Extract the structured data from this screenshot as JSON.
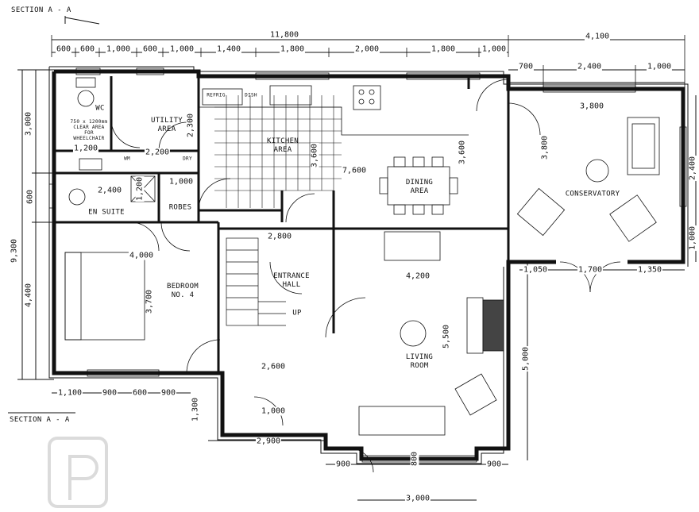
{
  "sections": {
    "top": "SECTION A - A",
    "bottom": "SECTION A - A"
  },
  "rooms": {
    "wc": "WC",
    "clear_area": "750 x 1200mm\nCLEAR AREA\nFOR\nWHEELCHAIR",
    "utility": "UTILITY\nAREA",
    "kitchen": "KITCHEN\nAREA",
    "dining": "DINING\nAREA",
    "conservatory": "CONSERVATORY",
    "en_suite": "EN SUITE",
    "robes": "ROBES",
    "bedroom": "BEDROOM\nNO. 4",
    "entrance": "ENTRANCE\nHALL",
    "up": "UP",
    "living": "LIVING\nROOM"
  },
  "fixtures": {
    "refrig": "REFRIG",
    "dish": "DISH",
    "wm": "WM",
    "dry": "DRY"
  },
  "dims": {
    "overall_top": "11,800",
    "cons_top": "4,100",
    "t600a": "600",
    "t600b": "600",
    "t1000a": "1,000",
    "t600c": "600",
    "t1000b": "1,000",
    "t1400": "1,400",
    "t1800a": "1,800",
    "t2000": "2,000",
    "t1800b": "1,800",
    "t1000c": "1,000",
    "c700": "700",
    "c2400": "2,400",
    "c1000": "1,000",
    "c3800": "3,800",
    "wc3000": "3,000",
    "u2300": "2,300",
    "k1200": "1,200",
    "k2200": "2,200",
    "k3600a": "3,600",
    "k7600": "7,600",
    "k3600b": "3,600",
    "k3800": "3,800",
    "c2400v": "2,400",
    "c1000v": "1,000",
    "e2400": "2,400",
    "e1000": "1,000",
    "e600": "600",
    "e1200": "1,200",
    "overall_left": "9,300",
    "l4400": "4,400",
    "h2800": "2,800",
    "b4000": "4,000",
    "l4200": "4,200",
    "c1050": "1,050",
    "c1700": "1,700",
    "c1350": "1,350",
    "b3700": "3,700",
    "l5500": "5,500",
    "r5000": "5,000",
    "h2600": "2,600",
    "b1100": "1,100",
    "b900a": "900",
    "b600": "600",
    "b900b": "900",
    "h1300": "1,300",
    "h1000": "1,000",
    "h2900": "2,900",
    "bay800": "800",
    "bay900a": "900",
    "bay900b": "900",
    "bay3000": "3,000"
  }
}
